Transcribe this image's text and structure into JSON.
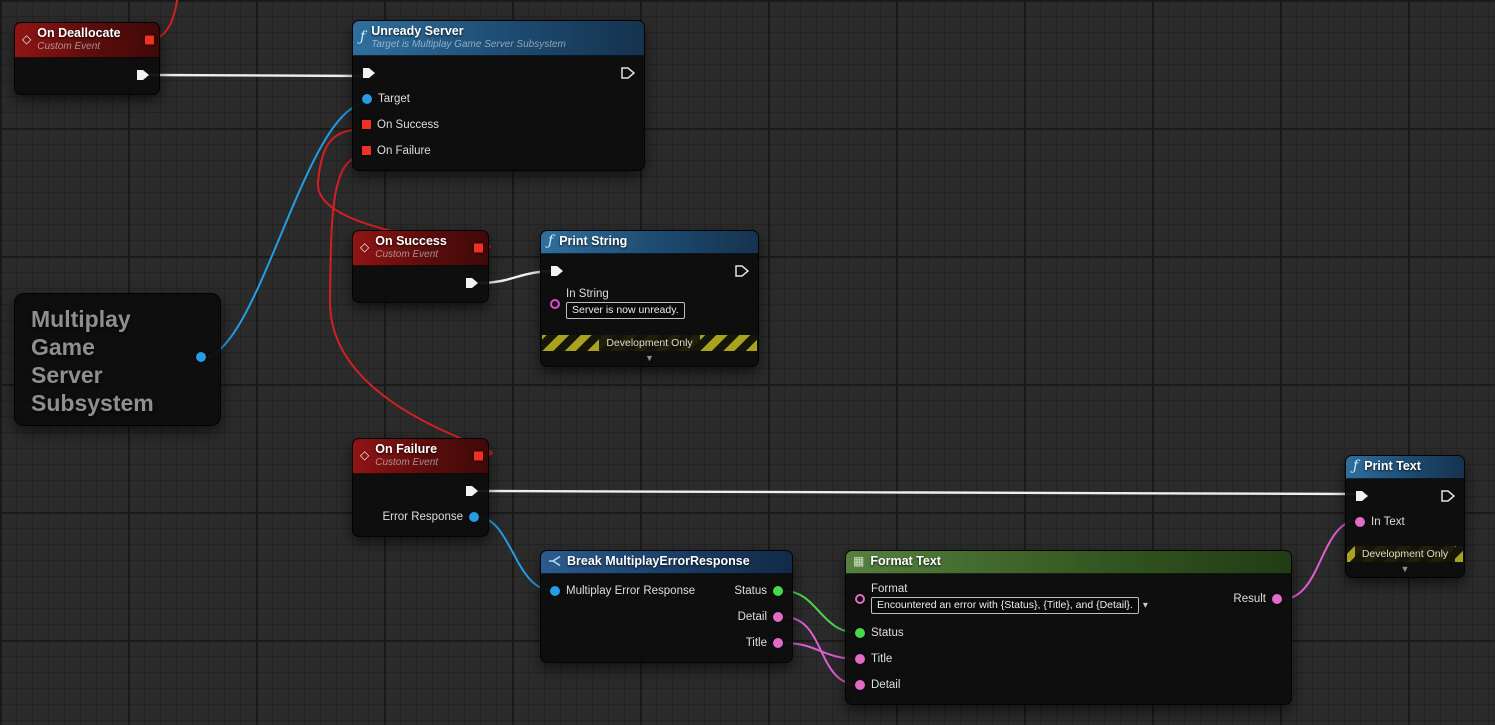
{
  "icons": {
    "custom_event": "◇",
    "function": "ƒ",
    "format_text": "▦",
    "dropdown": "▾",
    "collapse": "▼"
  },
  "nodes": {
    "on_deallocate": {
      "title": "On Deallocate",
      "subtitle": "Custom Event"
    },
    "unready_server": {
      "title": "Unready Server",
      "subtitle": "Target is Multiplay Game Server Subsystem",
      "pin_target": "Target",
      "pin_on_success": "On Success",
      "pin_on_failure": "On Failure"
    },
    "on_success": {
      "title": "On Success",
      "subtitle": "Custom Event"
    },
    "print_string": {
      "title": "Print String",
      "pin_in_string": "In String",
      "in_string_value": "Server is now unready.",
      "banner": "Development Only"
    },
    "multiplay_subsystem": {
      "title": "Multiplay\nGame\nServer\nSubsystem"
    },
    "on_failure": {
      "title": "On Failure",
      "subtitle": "Custom Event",
      "pin_error_response": "Error Response"
    },
    "break_multiplay_error_response": {
      "title": "Break MultiplayErrorResponse",
      "pin_input": "Multiplay Error Response",
      "pin_status": "Status",
      "pin_detail": "Detail",
      "pin_title": "Title"
    },
    "format_text": {
      "title": "Format Text",
      "pin_format": "Format",
      "format_value": "Encountered an error with {Status}, {Title}, and {Detail}.",
      "pin_status": "Status",
      "pin_title": "Title",
      "pin_detail": "Detail",
      "pin_result": "Result"
    },
    "print_text": {
      "title": "Print Text",
      "pin_in_text": "In Text",
      "banner": "Development Only"
    }
  },
  "colors": {
    "exec_wire": "#efefef",
    "object_pin": "#259ce4",
    "delegate_pin": "#f03022",
    "string_pin": "#d94fd6",
    "text_pin": "#e36bc8",
    "status_pin": "#49d84c",
    "red_wire": "#d42020",
    "pink_wire": "#df5fd3"
  }
}
